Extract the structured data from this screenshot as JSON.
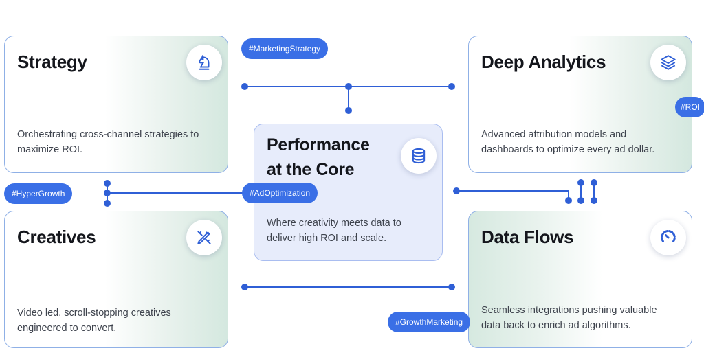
{
  "cards": {
    "strategy": {
      "title": "Strategy",
      "desc_line1": "Orchestrating cross-channel strategies to",
      "desc_line2": "maximize ROI.",
      "icon": "chess-knight-icon"
    },
    "deep_analytics": {
      "title": "Deep Analytics",
      "desc_line1": "Advanced attribution models and",
      "desc_line2": "dashboards to optimize every ad dollar.",
      "icon": "layers-icon"
    },
    "performance": {
      "title_line1": "Performance",
      "title_line2": "at the Core",
      "desc_line1": "Where creativity meets data to",
      "desc_line2": "deliver high ROI and scale.",
      "icon": "database-icon"
    },
    "creatives": {
      "title": "Creatives",
      "desc_line1": "Video led, scroll-stopping creatives",
      "desc_line2": "engineered to convert.",
      "icon": "pencil-ruler-icon"
    },
    "data_flows": {
      "title": "Data Flows",
      "desc_line1": "Seamless integrations pushing valuable",
      "desc_line2": "data back to enrich ad algorithms.",
      "icon": "gauge-icon"
    }
  },
  "tags": {
    "marketing_strategy": "#MarketingStrategy",
    "roi": "#ROI",
    "hyper_growth": "#HyperGrowth",
    "ad_optimization": "#AdOptimization",
    "growth_marketing": "#GrowthMarketing"
  },
  "colors": {
    "accent": "#3a6fe6",
    "connector": "#2f5fd6",
    "card_border": "#8fb0e6",
    "center_bg": "#e7ecfb"
  }
}
